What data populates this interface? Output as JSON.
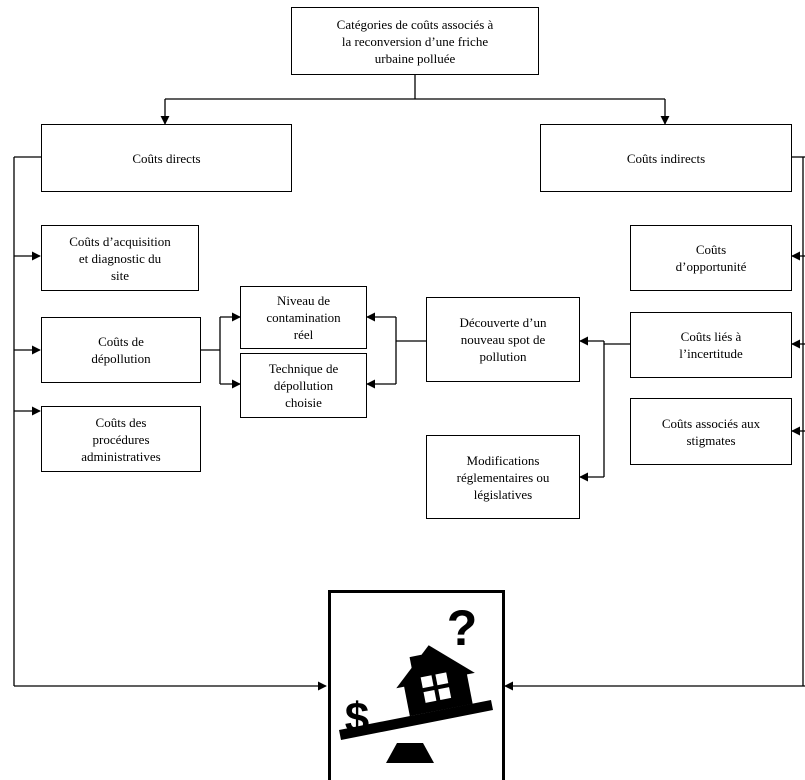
{
  "title": "Catégories de coûts associés à\nla reconversion d’une friche\nurbaine polluée",
  "direct": {
    "label": "Coûts directs",
    "items": [
      "Coûts d’acquisition\net diagnostic du\nsite",
      "Coûts de\ndépollution",
      "Coûts des\nprocédures\nadministratives"
    ]
  },
  "indirect": {
    "label": "Coûts indirects",
    "items": [
      "Coûts\nd’opportunité",
      "Coûts liés à\nl’incertitude",
      "Coûts associés aux\nstigmates"
    ]
  },
  "factors": {
    "contamination": "Niveau de\ncontamination\nréel",
    "technique": "Technique de\ndépollution\nchoisie",
    "discovery": "Découverte d’un\nnouveau spot de\npollution",
    "regulations": "Modifications\nréglementaires ou\nlégislatives"
  },
  "illustration": {
    "icon": "house-money-balance-question-icon",
    "dollar": "$",
    "question": "?"
  },
  "colors": {
    "line": "#000000",
    "background": "#ffffff"
  }
}
